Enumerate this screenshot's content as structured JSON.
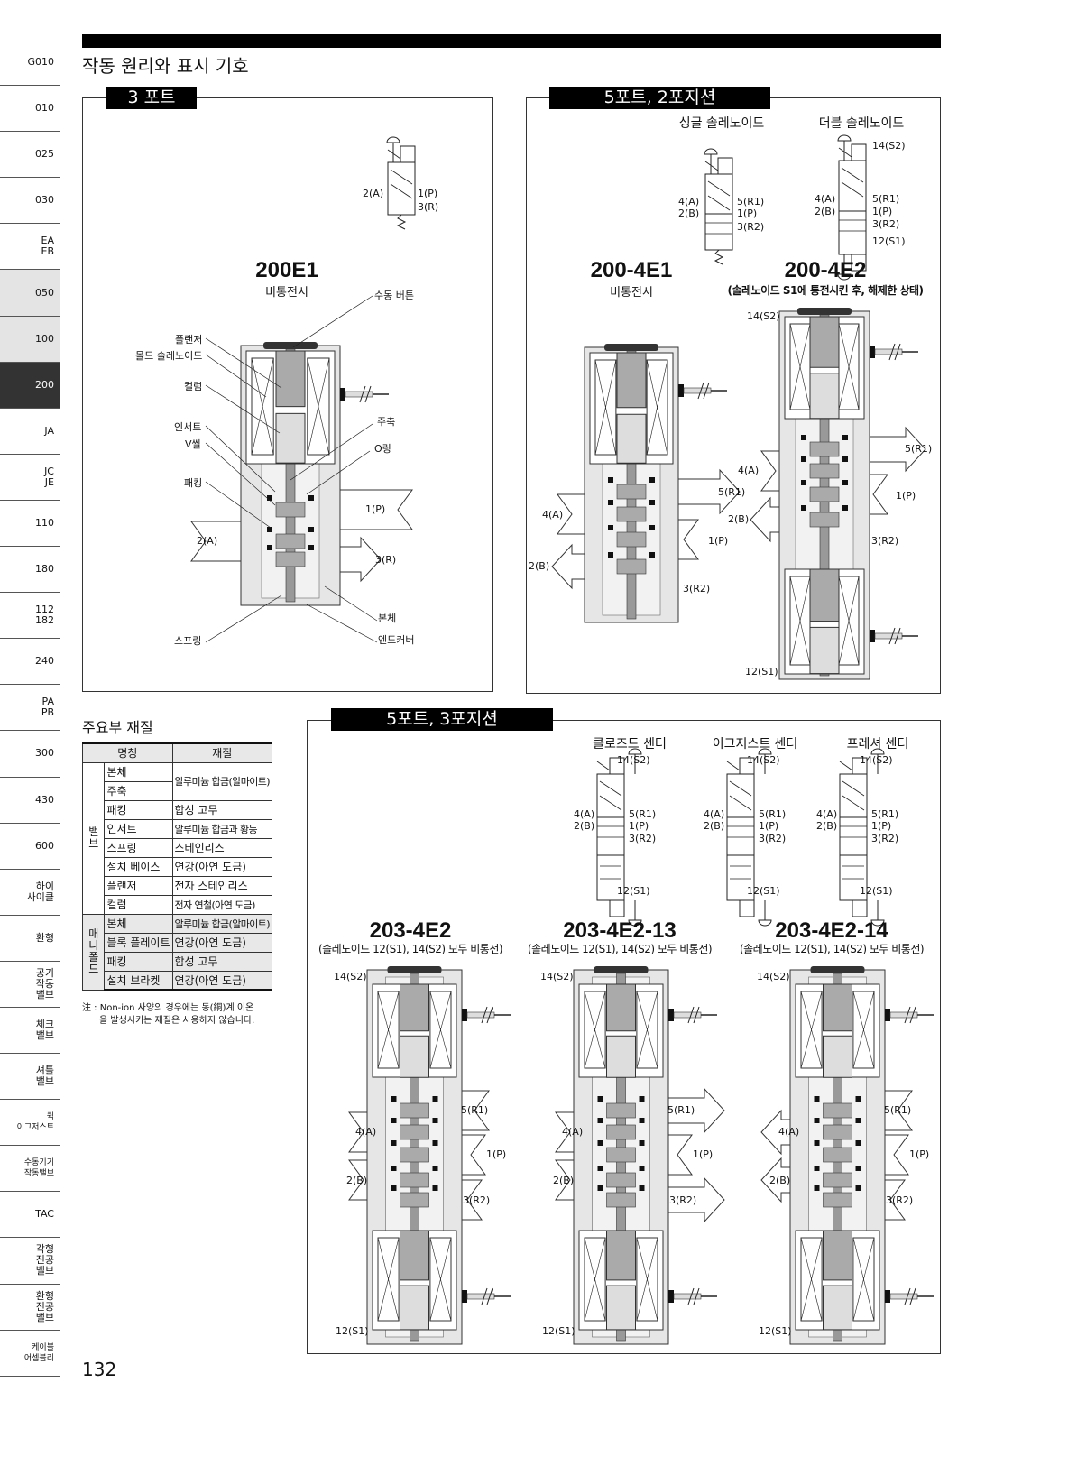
{
  "sidebar": {
    "tabs": [
      "G010",
      "010",
      "025",
      "030",
      "EA\nEB",
      "050",
      "100",
      "200",
      "JA",
      "JC\nJE",
      "110",
      "180",
      "112\n182",
      "240",
      "PA\nPB",
      "300",
      "430",
      "600",
      "하이\n사이클",
      "환형",
      "공기\n작동\n밸브",
      "체크\n밸브",
      "셔틀\n밸브",
      "퀵\n이그저스트",
      "수동기기\n작동밸브",
      "TAC",
      "각형\n진공\n밸브",
      "환형\n진공\n밸브",
      "케이블\n어셈블리"
    ],
    "active": "200"
  },
  "header": {
    "title": "작동 원리와 표시 기호"
  },
  "port3": {
    "tab": "3 포트",
    "symbol_ports": [
      "2(A)",
      "1(P)",
      "3(R)"
    ],
    "model": "200E1",
    "state": "비통전시",
    "callouts": {
      "manual_button": "수동 버튼",
      "plunger": "플랜저",
      "mold_solenoid": "몰드 솔레노이드",
      "column": "컬럼",
      "insert": "인서트",
      "v_seal": "V씰",
      "packing": "패킹",
      "main_shaft": "주축",
      "o_ring": "O링",
      "port_1": "1(P)",
      "port_2": "2(A)",
      "port_3": "3(R)",
      "body": "본체",
      "spring": "스프링",
      "end_cover": "엔드커버"
    }
  },
  "port5pos2": {
    "tab": "5포트, 2포지션",
    "single": {
      "title": "싱글 솔레노이드",
      "ports": [
        "4(A)",
        "2(B)",
        "5(R1)",
        "1(P)",
        "3(R2)"
      ]
    },
    "double": {
      "title": "더블 솔레노이드",
      "ports": [
        "14(S2)",
        "4(A)",
        "2(B)",
        "5(R1)",
        "1(P)",
        "3(R2)",
        "12(S1)"
      ]
    },
    "e1": {
      "model": "200-4E1",
      "state": "비통전시",
      "ports": [
        "5(R1)",
        "4(A)",
        "1(P)",
        "2(B)",
        "3(R2)"
      ]
    },
    "e2": {
      "model": "200-4E2",
      "state": "(솔레노이드 S1에 통전시킨 후, 해제한 상태)",
      "ports": [
        "14(S2)",
        "5(R1)",
        "4(A)",
        "1(P)",
        "2(B)",
        "3(R2)",
        "12(S1)"
      ]
    }
  },
  "port5pos3": {
    "tab": "5포트, 3포지션",
    "symbols": [
      {
        "title": "클로즈드 센터",
        "ports": [
          "14(S2)",
          "4(A)",
          "2(B)",
          "5(R1)",
          "1(P)",
          "3(R2)",
          "12(S1)"
        ]
      },
      {
        "title": "이그저스트 센터",
        "ports": [
          "14(S2)",
          "4(A)",
          "2(B)",
          "5(R1)",
          "1(P)",
          "3(R2)",
          "12(S1)"
        ]
      },
      {
        "title": "프레셔 센터",
        "ports": [
          "14(S2)",
          "4(A)",
          "2(B)",
          "5(R1)",
          "1(P)",
          "3(R2)",
          "12(S1)"
        ]
      }
    ],
    "models": [
      {
        "model": "203-4E2",
        "state": "(솔레노이드 12(S1), 14(S2) 모두 비통전)",
        "ports": [
          "14(S2)",
          "5(R1)",
          "4(A)",
          "1(P)",
          "2(B)",
          "3(R2)",
          "12(S1)"
        ]
      },
      {
        "model": "203-4E2-13",
        "state": "(솔레노이드 12(S1), 14(S2) 모두 비통전)",
        "ports": [
          "14(S2)",
          "5(R1)",
          "4(A)",
          "1(P)",
          "2(B)",
          "3(R2)",
          "12(S1)"
        ]
      },
      {
        "model": "203-4E2-14",
        "state": "(솔레노이드 12(S1), 14(S2) 모두 비통전)",
        "ports": [
          "14(S2)",
          "5(R1)",
          "4(A)",
          "1(P)",
          "2(B)",
          "3(R2)",
          "12(S1)"
        ]
      }
    ]
  },
  "materials": {
    "title": "주요부 재질",
    "headers": [
      "명칭",
      "재질"
    ],
    "groups": [
      "밸\n브",
      "매\n니\n폴\n드"
    ],
    "valve_rows": [
      [
        "본체",
        "알루미늄 합금(알마이트)"
      ],
      [
        "주축",
        ""
      ],
      [
        "패킹",
        "합성 고무"
      ],
      [
        "인서트",
        "알루미늄 합금과 황동"
      ],
      [
        "스프링",
        "스테인리스"
      ],
      [
        "설치 베이스",
        "연강(아연 도금)"
      ],
      [
        "플랜저",
        "전자 스테인리스"
      ],
      [
        "컬럼",
        "전자 연철(아연 도금)"
      ]
    ],
    "manifold_rows": [
      [
        "본체",
        "알루미늄 합금(알마이트)"
      ],
      [
        "블록 플레이트",
        "연강(아연 도금)"
      ],
      [
        "패킹",
        "합성 고무"
      ],
      [
        "설치 브라켓",
        "연강(아연 도금)"
      ]
    ],
    "note_line1": "注 : Non-ion 사양의 경우에는 동(銅)계 이온",
    "note_line2": "을 발생시키는 재질은 사용하지 않습니다."
  },
  "page_number": "132"
}
